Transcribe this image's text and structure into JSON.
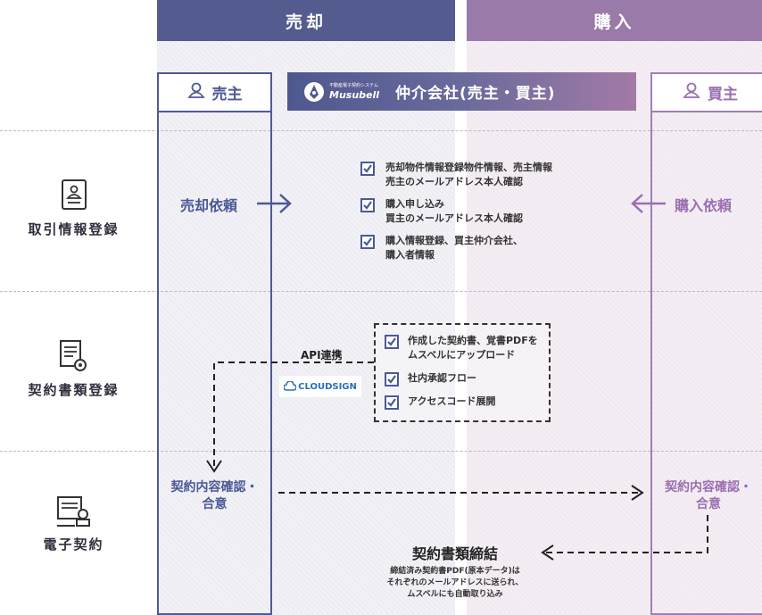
{
  "headers": {
    "sell": "売却",
    "buy": "購入"
  },
  "roles": {
    "seller": "売主",
    "buyer": "買主"
  },
  "broker": {
    "logo_small": "不動産電子契約システム",
    "logo_name": "Musubell",
    "title": "仲介会社(売主・買主)"
  },
  "stages": [
    {
      "label": "取引情報登録"
    },
    {
      "label": "契約書類登録"
    },
    {
      "label": "電子契約"
    }
  ],
  "registration": {
    "sell_request": "売却依頼",
    "buy_request": "購入依頼",
    "items": [
      {
        "line1": "売却物件情報登録物件情報、売主情報",
        "line2": "売主のメールアドレス本人確認"
      },
      {
        "line1": "購入申し込み",
        "line2": "買主のメールアドレス本人確認"
      },
      {
        "line1": "購入情報登録、買主仲介会社、",
        "line2": "購入者情報"
      }
    ]
  },
  "documents": {
    "api_label": "API連携",
    "cloudsign": "CLOUDSIGN",
    "items": [
      {
        "line1": "作成した契約書、覚書PDFを",
        "line2": "ムスベルにアップロード"
      },
      {
        "line1": "社内承認フロー",
        "line2": ""
      },
      {
        "line1": "アクセスコード展開",
        "line2": ""
      }
    ]
  },
  "contract": {
    "seller_confirm_1": "契約内容確認・",
    "seller_confirm_2": "合意",
    "buyer_confirm_1": "契約内容確認・",
    "buyer_confirm_2": "合意",
    "conclusion_title": "契約書類締結",
    "conclusion_lines": [
      "締結済み契約書PDF(原本データ)は",
      "それぞれのメールアドレスに送られ、",
      "ムスベルにも自動取り込み"
    ]
  },
  "colors": {
    "seller": "#535b8f",
    "buyer": "#9a7aa8",
    "text": "#333333"
  }
}
